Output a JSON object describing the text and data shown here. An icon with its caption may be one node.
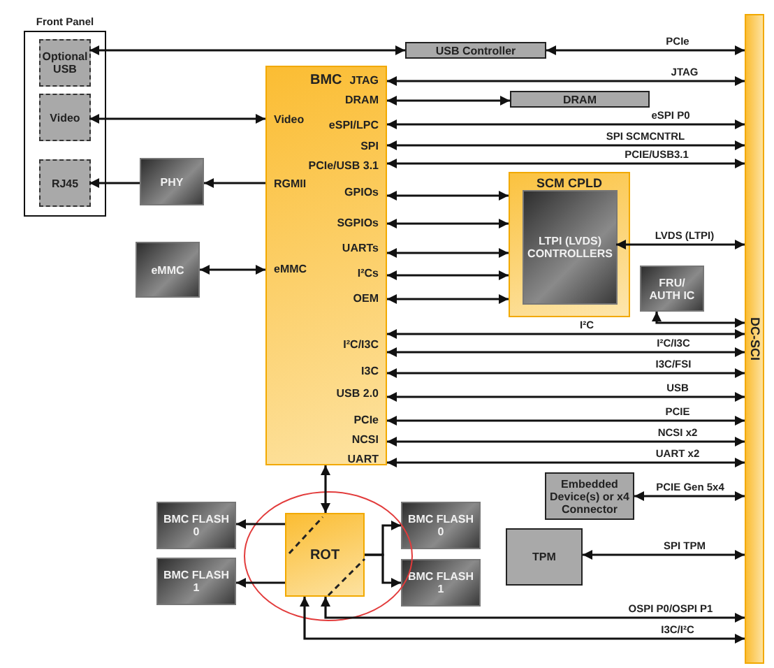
{
  "diagram": {
    "nodes": [
      {
        "text": [
          "Front Panel"
        ]
      },
      {
        "text": [
          "Optional USB"
        ],
        "in": 0
      },
      {
        "text": [
          "Video"
        ],
        "in": 0
      },
      {
        "text": [
          "RJ45"
        ],
        "in": 0
      },
      {
        "text": [
          "USB Controller"
        ]
      },
      {
        "text": [
          "BMC",
          "JTAG",
          "DRAM",
          "Video",
          "eSPI/LPC",
          "SPI",
          "PCIe/USB 3.1",
          "RGMII",
          "GPIOs",
          "SGPIOs",
          "UARTs",
          "I²Cs",
          "eMMC",
          "OEM",
          "I²C/I3C",
          "I3C",
          "USB 2.0",
          "PCIe",
          "NCSI",
          "UART"
        ]
      },
      {
        "text": [
          "DRAM"
        ]
      },
      {
        "text": [
          "PHY"
        ]
      },
      {
        "text": [
          "eMMC"
        ]
      },
      {
        "text": [
          "SCM CPLD"
        ]
      },
      {
        "text": [
          "LTPI (LVDS) CONTROLLERS"
        ],
        "in": 9
      },
      {
        "text": [
          "FRU/ AUTH IC"
        ]
      },
      {
        "text": [
          "DC-SCI"
        ]
      },
      {
        "text": [
          "Embedded Device(s) or x4 Connector"
        ]
      },
      {
        "text": [
          "BMC FLASH 0"
        ]
      },
      {
        "text": [
          "BMC FLASH 1"
        ]
      },
      {
        "text": [
          "ROT"
        ]
      },
      {
        "text": [
          "BMC FLASH 0"
        ]
      },
      {
        "text": [
          "BMC FLASH 1"
        ]
      },
      {
        "text": [
          "TPM"
        ]
      }
    ],
    "edges": [
      {
        "from": 1,
        "to": 4,
        "arrow": "both"
      },
      {
        "from": 4,
        "to": 12,
        "label": "PCIe",
        "arrow": "both"
      },
      {
        "from": 5,
        "to": 12,
        "label": "JTAG",
        "arrow": "both"
      },
      {
        "from": 5,
        "to": 6,
        "arrow": "both"
      },
      {
        "from": 5,
        "to": 2,
        "arrow": "both"
      },
      {
        "from": 5,
        "to": 12,
        "label": "eSPI P0",
        "arrow": "both"
      },
      {
        "from": 5,
        "to": 12,
        "label": "SPI SCMCNTRL",
        "arrow": "both"
      },
      {
        "from": 5,
        "to": 12,
        "label": "PCIE/USB3.1",
        "arrow": "both"
      },
      {
        "from": 5,
        "to": 7,
        "arrow": "to"
      },
      {
        "from": 7,
        "to": 3,
        "arrow": "to"
      },
      {
        "from": 5,
        "to": 9,
        "arrow": "both"
      },
      {
        "from": 5,
        "to": 9,
        "arrow": "both"
      },
      {
        "from": 5,
        "to": 9,
        "arrow": "both"
      },
      {
        "from": 5,
        "to": 9,
        "arrow": "both"
      },
      {
        "from": 5,
        "to": 9,
        "arrow": "both"
      },
      {
        "from": 8,
        "to": 5,
        "arrow": "both"
      },
      {
        "from": 10,
        "to": 12,
        "label": "LVDS (LTPI)",
        "arrow": "both"
      },
      {
        "from": 11,
        "to": 12,
        "arrow": "both"
      },
      {
        "from": 5,
        "to": 12,
        "label": "I²C",
        "arrow": "both"
      },
      {
        "from": 5,
        "to": 12,
        "label": "I²C/I3C",
        "arrow": "both"
      },
      {
        "from": 5,
        "to": 12,
        "label": "I3C/FSI",
        "arrow": "both"
      },
      {
        "from": 5,
        "to": 12,
        "label": "USB",
        "arrow": "both"
      },
      {
        "from": 5,
        "to": 12,
        "label": "PCIE",
        "arrow": "both"
      },
      {
        "from": 5,
        "to": 12,
        "label": "NCSI x2",
        "arrow": "both"
      },
      {
        "from": 5,
        "to": 12,
        "label": "UART x2",
        "arrow": "both"
      },
      {
        "from": 5,
        "to": 16,
        "arrow": "both"
      },
      {
        "from": 16,
        "to": 14,
        "arrow": "to"
      },
      {
        "from": 16,
        "to": 15,
        "arrow": "to"
      },
      {
        "from": 16,
        "to": 17,
        "arrow": "to"
      },
      {
        "from": 16,
        "to": 18,
        "arrow": "to"
      },
      {
        "from": 13,
        "to": 12,
        "label": "PCIE Gen 5x4",
        "arrow": "both"
      },
      {
        "from": 19,
        "to": 12,
        "label": "SPI TPM",
        "arrow": "both"
      },
      {
        "from": 16,
        "to": 12,
        "label": "OSPI P0/OSPI P1",
        "arrow": "both"
      },
      {
        "from": 16,
        "to": 12,
        "label": "I3C/I²C",
        "arrow": "both"
      }
    ]
  }
}
